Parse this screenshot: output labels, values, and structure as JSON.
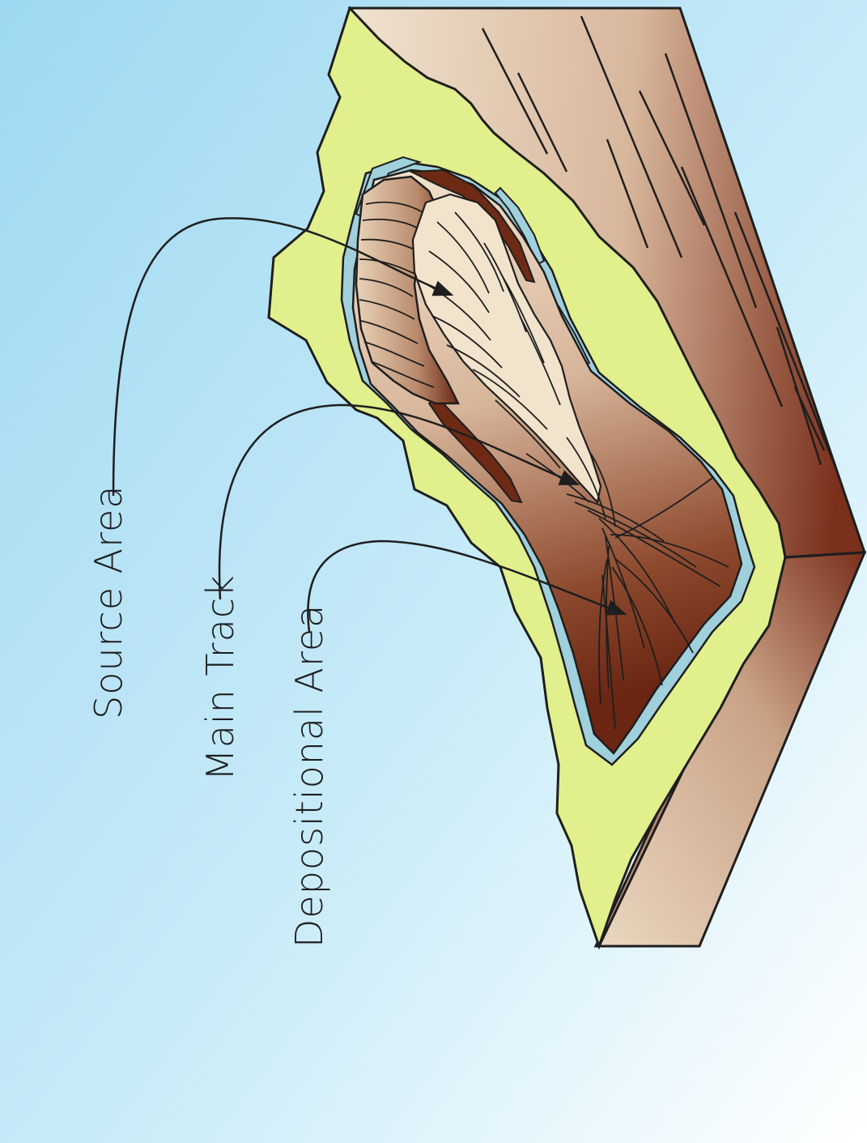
{
  "labels": {
    "source_area": "Source Area",
    "main_track": "Main Track",
    "depositional_area": "Depositional Area"
  },
  "colors": {
    "sky_top": "#a9dcf3",
    "sky_bottom": "#ffffff",
    "grass": "#e3f092",
    "slide_light": "#efdcc5",
    "slide_dark": "#6e2a15",
    "water": "#9fd0dc",
    "rock_light": "#f1e4d2",
    "rock_dark": "#7e3420",
    "outline": "#1e1e1e"
  }
}
